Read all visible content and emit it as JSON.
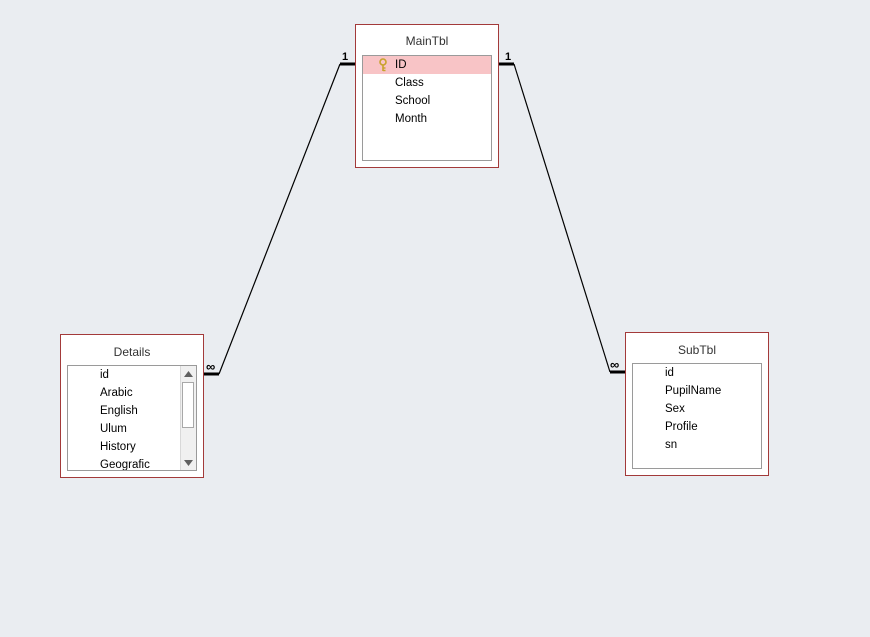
{
  "tables": {
    "main": {
      "title": "MainTbl",
      "fields": [
        "ID",
        "Class",
        "School",
        "Month"
      ],
      "primary_key": "ID"
    },
    "details": {
      "title": "Details",
      "fields": [
        "id",
        "Arabic",
        "English",
        "Ulum",
        "History",
        "Geografic"
      ]
    },
    "sub": {
      "title": "SubTbl",
      "fields": [
        "id",
        "PupilName",
        "Sex",
        "Profile",
        "sn"
      ]
    }
  },
  "relationships": [
    {
      "from": "MainTbl",
      "to": "Details",
      "one_label": "1",
      "many_label": "∞"
    },
    {
      "from": "MainTbl",
      "to": "SubTbl",
      "one_label": "1",
      "many_label": "∞"
    }
  ],
  "colors": {
    "background": "#eaedf1",
    "table_border": "#a33a3a",
    "primary_key_highlight": "#f8c4c6",
    "key_icon": "#c8a22a"
  },
  "icons": {
    "primary_key": "key-icon",
    "scroll_up": "triangle-up-icon",
    "scroll_down": "triangle-down-icon"
  }
}
